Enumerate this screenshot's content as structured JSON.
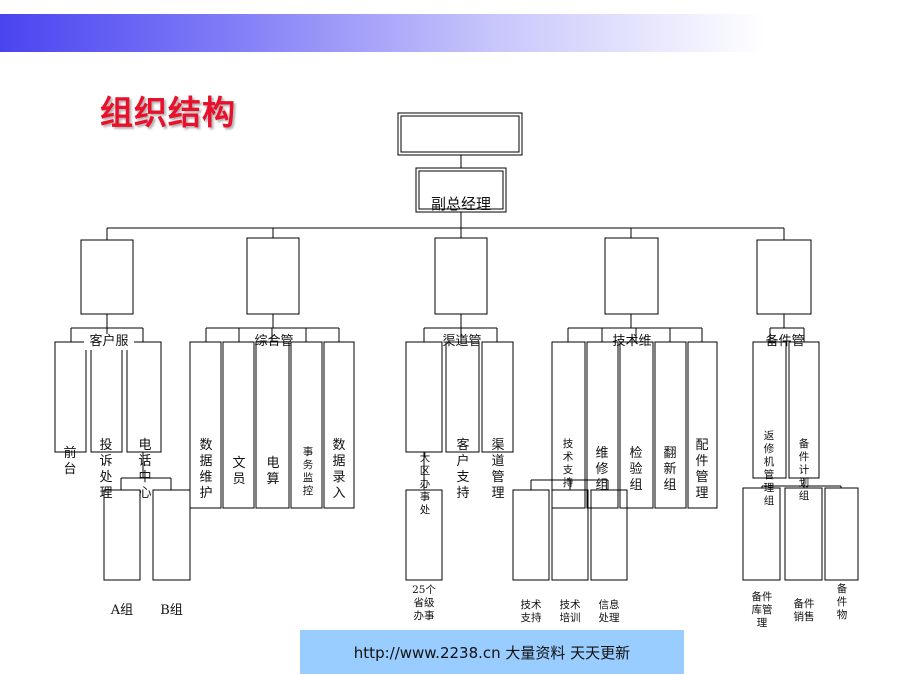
{
  "title": "组织结构",
  "deputy_gm": "副总经理",
  "dept_labels": {
    "d1": "客户服",
    "d2": "综合管",
    "d3": "渠道管",
    "d4": "技术维",
    "d5": "备件管"
  },
  "units": {
    "qiantai": "前台",
    "tousu": "投诉处理",
    "dianhua": "电话中心",
    "shuju_weihu": "数据维护",
    "wenyuan": "文员",
    "diansuan": "电算",
    "shiwu": "事务监控",
    "shuju_luru": "数据录入",
    "daqu": "大区办事处",
    "kehu": "客户支持",
    "qudao": "渠道管理",
    "jishu_zhichi_v": "技术支持",
    "weixiu": "维修组",
    "jianyan": "检验组",
    "fanxin": "翻新组",
    "peijian": "配件管理",
    "fanxiu": "返修机管理组",
    "beijian_jihua": "备件计划组"
  },
  "sub_units": {
    "a_group": "A组",
    "b_group": "B组",
    "provinces": "25个省级办事",
    "tech_support": "技术支持",
    "tech_training": "技术培训",
    "info_processing": "信息处理",
    "parts_warehouse": "备件库管理",
    "parts_sales": "备件销售",
    "parts_logistics": "备件物"
  },
  "footer": "http://www.2238.cn 大量资料 天天更新"
}
